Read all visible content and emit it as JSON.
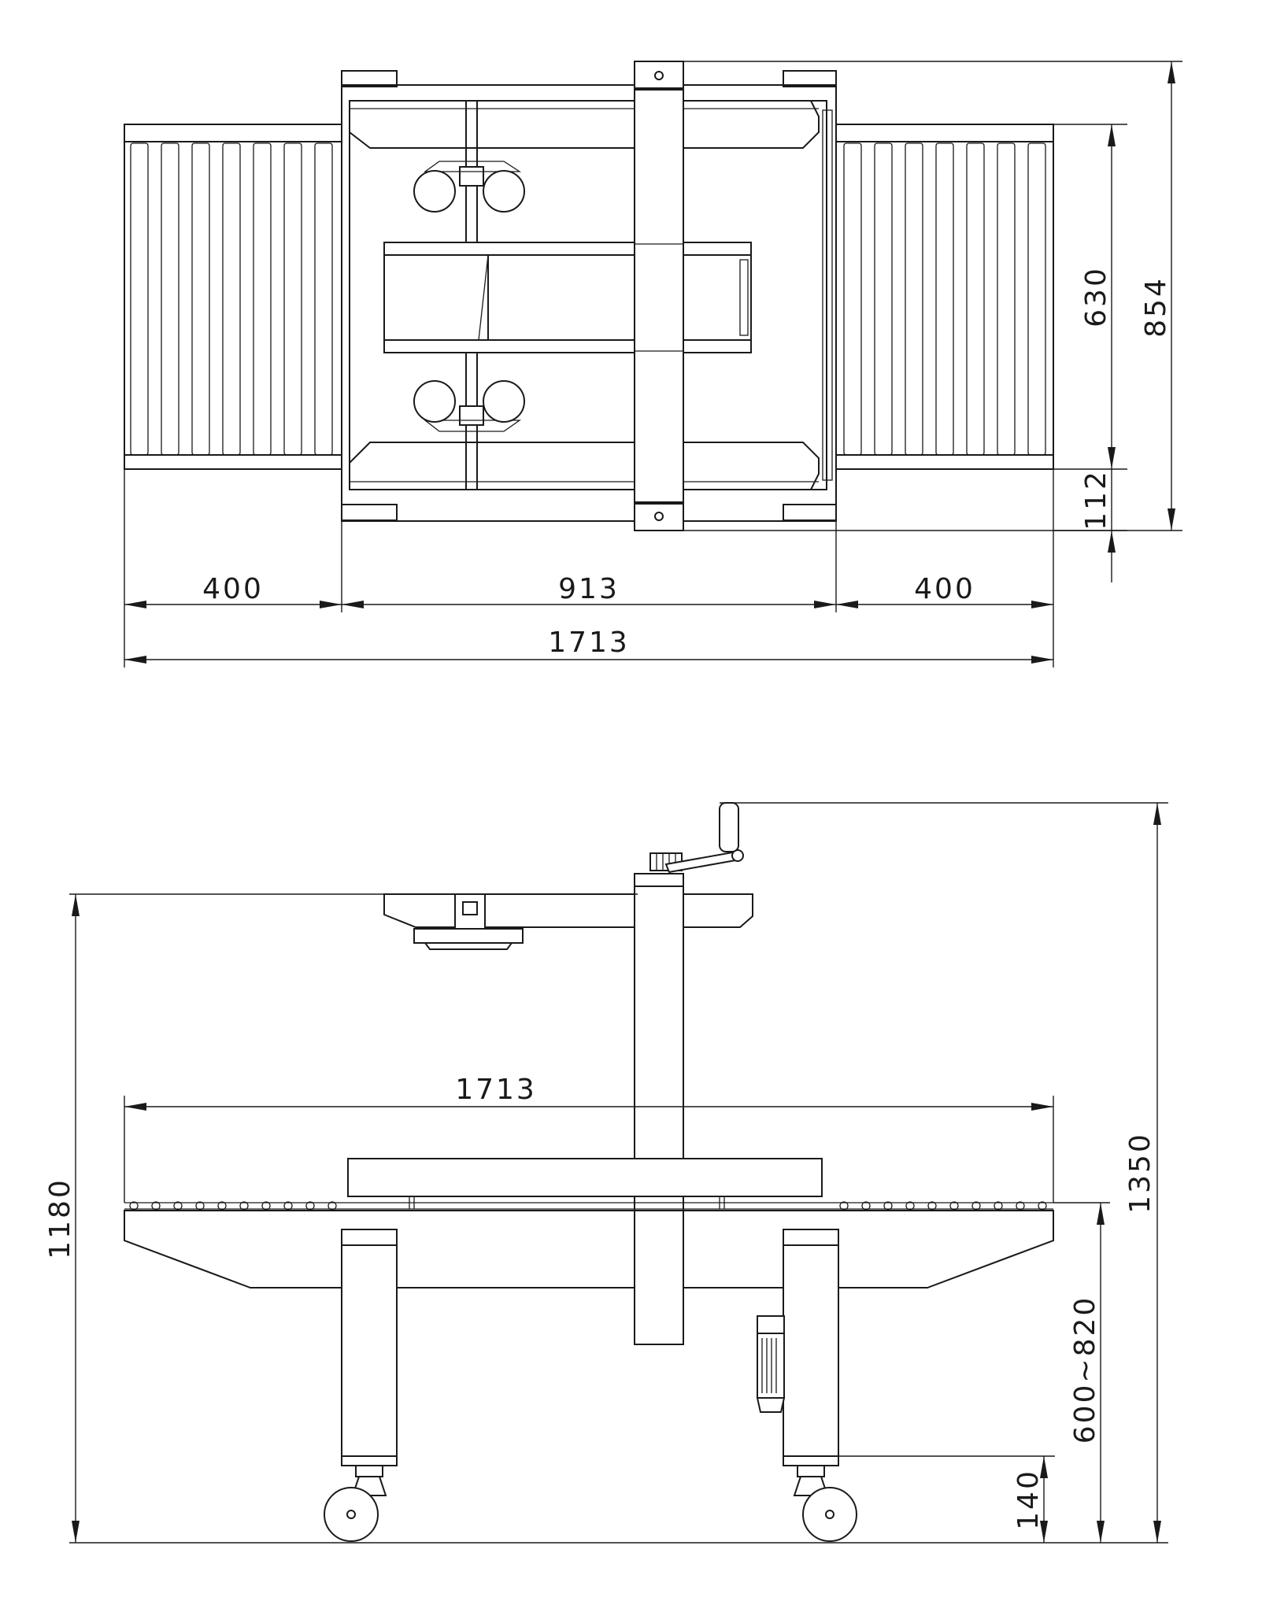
{
  "top_view": {
    "dim_left_conveyor": "400",
    "dim_center_frame": "913",
    "dim_right_conveyor": "400",
    "dim_total_length": "1713",
    "dim_conveyor_width": "630",
    "dim_frame_offset": "112",
    "dim_total_width": "854"
  },
  "side_view": {
    "dim_total_length": "1713",
    "dim_head_height": "1180",
    "dim_handle_height": "1350",
    "dim_table_height": "600~820",
    "dim_caster_height": "140"
  }
}
